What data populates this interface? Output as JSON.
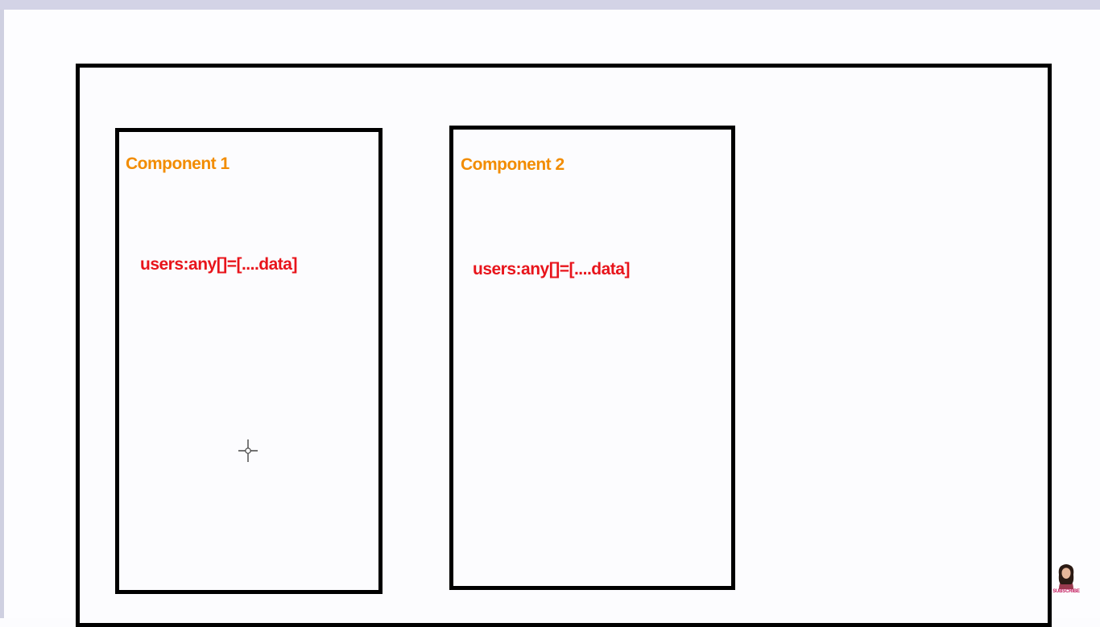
{
  "diagram": {
    "components": [
      {
        "title": "Component 1",
        "code": "users:any[]=[....data]"
      },
      {
        "title": "Component 2",
        "code": "users:any[]=[....data]"
      }
    ]
  },
  "overlay": {
    "subscribe_label": "SUBSCRIBE",
    "cursor_icon": "crosshair-move-cursor",
    "avatar_icon": "channel-avatar"
  },
  "colors": {
    "component_title": "#f28c00",
    "component_code": "#e8141b",
    "frame_border": "#000000"
  }
}
